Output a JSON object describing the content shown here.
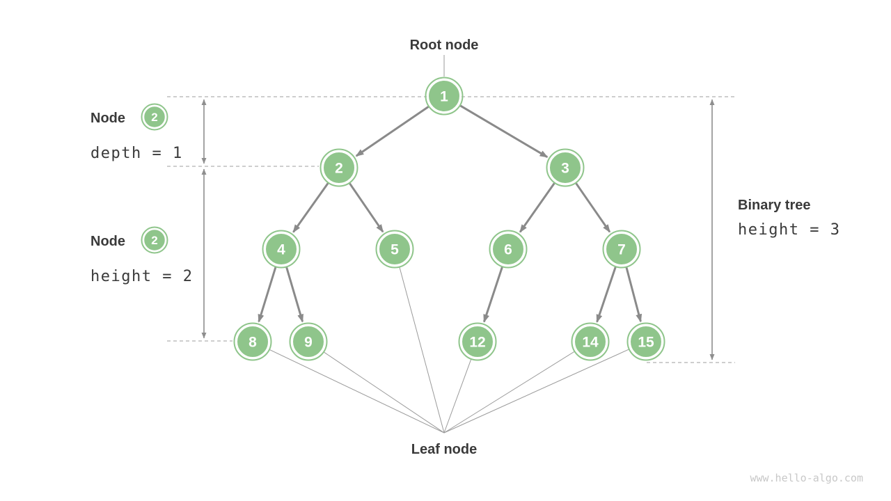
{
  "labels": {
    "root": "Root node",
    "leaf": "Leaf node",
    "watermark": "www.hello-algo.com"
  },
  "annotations": {
    "left": [
      {
        "title": "Node",
        "badge": "2",
        "metric": "depth = 1"
      },
      {
        "title": "Node",
        "badge": "2",
        "metric": "height = 2"
      }
    ],
    "right": {
      "title": "Binary tree",
      "metric": "height = 3"
    }
  },
  "tree": {
    "nodes": [
      {
        "value": "1",
        "level": 0
      },
      {
        "value": "2",
        "level": 1
      },
      {
        "value": "3",
        "level": 1
      },
      {
        "value": "4",
        "level": 2
      },
      {
        "value": "5",
        "level": 2
      },
      {
        "value": "6",
        "level": 2
      },
      {
        "value": "7",
        "level": 2
      },
      {
        "value": "8",
        "level": 3
      },
      {
        "value": "9",
        "level": 3
      },
      {
        "value": "12",
        "level": 3
      },
      {
        "value": "14",
        "level": 3
      },
      {
        "value": "15",
        "level": 3
      }
    ],
    "edges": [
      {
        "from": "1",
        "to": "2"
      },
      {
        "from": "1",
        "to": "3"
      },
      {
        "from": "2",
        "to": "4"
      },
      {
        "from": "2",
        "to": "5"
      },
      {
        "from": "3",
        "to": "6"
      },
      {
        "from": "3",
        "to": "7"
      },
      {
        "from": "4",
        "to": "8"
      },
      {
        "from": "4",
        "to": "9"
      },
      {
        "from": "6",
        "to": "12"
      },
      {
        "from": "7",
        "to": "14"
      },
      {
        "from": "7",
        "to": "15"
      }
    ],
    "leaves": [
      "8",
      "9",
      "5",
      "12",
      "14",
      "15"
    ]
  },
  "colors": {
    "node_green": "#8FC58B",
    "edge_gray": "#8A8A8A",
    "dashed_gray": "#B0B0B0",
    "text_dark": "#3A3A3A",
    "watermark_gray": "#C8C8C8"
  }
}
